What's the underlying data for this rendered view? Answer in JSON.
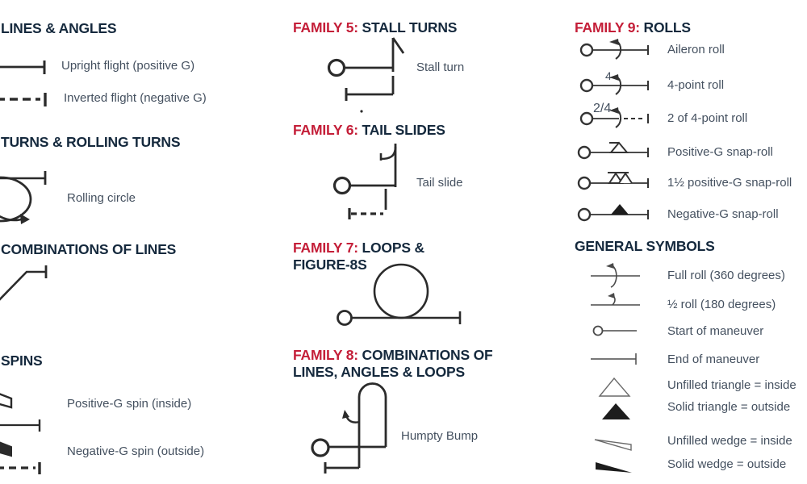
{
  "colors": {
    "heading_navy": "#15293d",
    "heading_red": "#c41e38",
    "body_text": "#44505f",
    "symbol_dark": "#2b2b2b",
    "symbol_gray": "#4a4a4a",
    "background": "#ffffff"
  },
  "left": {
    "lines_angles": {
      "title": "LINES & ANGLES",
      "rows": [
        {
          "symbol": "solid-flight-line",
          "label": "Upright flight (positive G)"
        },
        {
          "symbol": "dashed-flight-line",
          "label": "Inverted flight (negative G)"
        }
      ]
    },
    "turns": {
      "title": "TURNS & ROLLING TURNS",
      "rows": [
        {
          "symbol": "rolling-circle",
          "label": "Rolling circle"
        }
      ]
    },
    "combinations": {
      "title": "COMBINATIONS OF LINES",
      "rows": [
        {
          "symbol": "diagonal-line-combination",
          "label": ""
        }
      ]
    },
    "spins": {
      "title": "SPINS",
      "rows": [
        {
          "symbol": "unfilled-spin-wedge-line",
          "label": "Positive-G spin (inside)"
        },
        {
          "symbol": "filled-spin-wedge-dashed-line",
          "label": "Negative-G spin (outside)"
        }
      ]
    }
  },
  "middle": {
    "family5": {
      "prefix": "FAMILY 5:",
      "title": "STALL TURNS",
      "symbol": "stall-turn",
      "label": "Stall turn"
    },
    "family6": {
      "prefix": "FAMILY 6:",
      "title": "TAIL SLIDES",
      "symbol": "tail-slide",
      "label": "Tail slide"
    },
    "family7": {
      "prefix": "FAMILY 7:",
      "title": "LOOPS & FIGURE-8S",
      "symbol": "loop",
      "label": ""
    },
    "family8": {
      "prefix": "FAMILY 8:",
      "title": "COMBINATIONS OF LINES, ANGLES & LOOPS",
      "symbol": "humpty-bump",
      "label": "Humpty Bump"
    }
  },
  "right": {
    "family9": {
      "prefix": "FAMILY 9:",
      "title": "ROLLS",
      "rows": [
        {
          "symbol": "aileron-roll",
          "sup": "",
          "label": "Aileron roll"
        },
        {
          "symbol": "four-point-roll",
          "sup": "4",
          "label": "4-point roll"
        },
        {
          "symbol": "two-of-four-point-roll",
          "sup": "2/4",
          "label": "2 of 4-point roll"
        },
        {
          "symbol": "positive-g-snap-roll",
          "sup": "",
          "label": "Positive-G snap-roll"
        },
        {
          "symbol": "one-and-half-positive-g-snap-roll",
          "sup": "",
          "label": "1½ positive-G snap-roll"
        },
        {
          "symbol": "negative-g-snap-roll",
          "sup": "",
          "label": "Negative-G snap-roll"
        }
      ]
    },
    "general": {
      "title": "GENERAL SYMBOLS",
      "rows": [
        {
          "symbol": "full-roll-arrow",
          "label": "Full roll (360 degrees)"
        },
        {
          "symbol": "half-roll-arrow",
          "label": "½ roll (180 degrees)"
        },
        {
          "symbol": "start-of-maneuver",
          "label": "Start of maneuver"
        },
        {
          "symbol": "end-of-maneuver",
          "label": "End of maneuver"
        },
        {
          "symbol": "unfilled-triangle",
          "label": "Unfilled triangle = inside"
        },
        {
          "symbol": "solid-triangle",
          "label": "Solid triangle = outside"
        },
        {
          "symbol": "unfilled-wedge",
          "label": "Unfilled wedge = inside"
        },
        {
          "symbol": "solid-wedge",
          "label": "Solid wedge = outside"
        }
      ]
    }
  }
}
